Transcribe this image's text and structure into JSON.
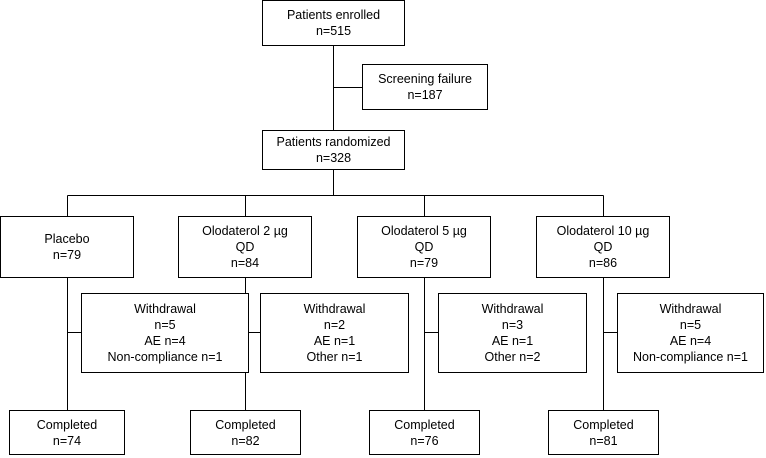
{
  "colors": {
    "line": "#000000",
    "box_border": "#000000",
    "background": "#ffffff",
    "text": "#000000"
  },
  "enrolled": {
    "title": "Patients enrolled",
    "count": "n=515"
  },
  "screening_failure": {
    "title": "Screening failure",
    "count": "n=187"
  },
  "randomized": {
    "title": "Patients randomized",
    "count": "n=328"
  },
  "arms": [
    {
      "name": "Placebo",
      "dose": "",
      "count": "n=79",
      "withdrawal": {
        "title": "Withdrawal",
        "lines": [
          "n=5",
          "AE n=4",
          "Non-compliance n=1"
        ]
      },
      "completed": {
        "title": "Completed",
        "count": "n=74"
      }
    },
    {
      "name": "Olodaterol 2 µg",
      "dose": "QD",
      "count": "n=84",
      "withdrawal": {
        "title": "Withdrawal",
        "lines": [
          "n=2",
          "AE n=1",
          "Other n=1"
        ]
      },
      "completed": {
        "title": "Completed",
        "count": "n=82"
      }
    },
    {
      "name": "Olodaterol 5 µg",
      "dose": "QD",
      "count": "n=79",
      "withdrawal": {
        "title": "Withdrawal",
        "lines": [
          "n=3",
          "AE n=1",
          "Other n=2"
        ]
      },
      "completed": {
        "title": "Completed",
        "count": "n=76"
      }
    },
    {
      "name": "Olodaterol 10 µg",
      "dose": "QD",
      "count": "n=86",
      "withdrawal": {
        "title": "Withdrawal",
        "lines": [
          "n=5",
          "AE n=4",
          "Non-compliance n=1"
        ]
      },
      "completed": {
        "title": "Completed",
        "count": "n=81"
      }
    }
  ]
}
